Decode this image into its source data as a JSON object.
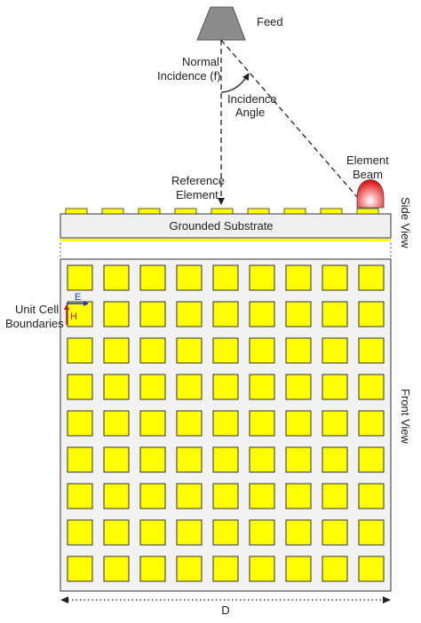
{
  "labels": {
    "feed": "Feed",
    "normal_incidence_line1": "Normal",
    "normal_incidence_line2": "Incidence (f)",
    "incidence_angle_line1": "Incidence",
    "incidence_angle_line2": "Angle",
    "element_beam_line1": "Element",
    "element_beam_line2": "Beam",
    "reference_element_line1": "Reference",
    "reference_element_line2": "Element",
    "grounded_substrate": "Grounded Substrate",
    "side_view": "Side View",
    "front_view": "Front View",
    "unit_cell_line1": "Unit Cell",
    "unit_cell_line2": "Boundaries",
    "e_field": "E",
    "h_field": "H",
    "dimension": "D"
  },
  "array": {
    "rows": 9,
    "columns": 9,
    "side_view_patches": 9
  },
  "colors": {
    "patch_fill": "#ffff00",
    "patch_stroke": "#333333",
    "feed_fill": "#8c8c8c",
    "substrate_fill": "#f0f0f0",
    "front_panel_fill": "#f2f2f2",
    "beam_red": "#e01010",
    "e_arrow": "#1a33cc",
    "h_arrow": "#cc1111",
    "line": "#222222"
  }
}
